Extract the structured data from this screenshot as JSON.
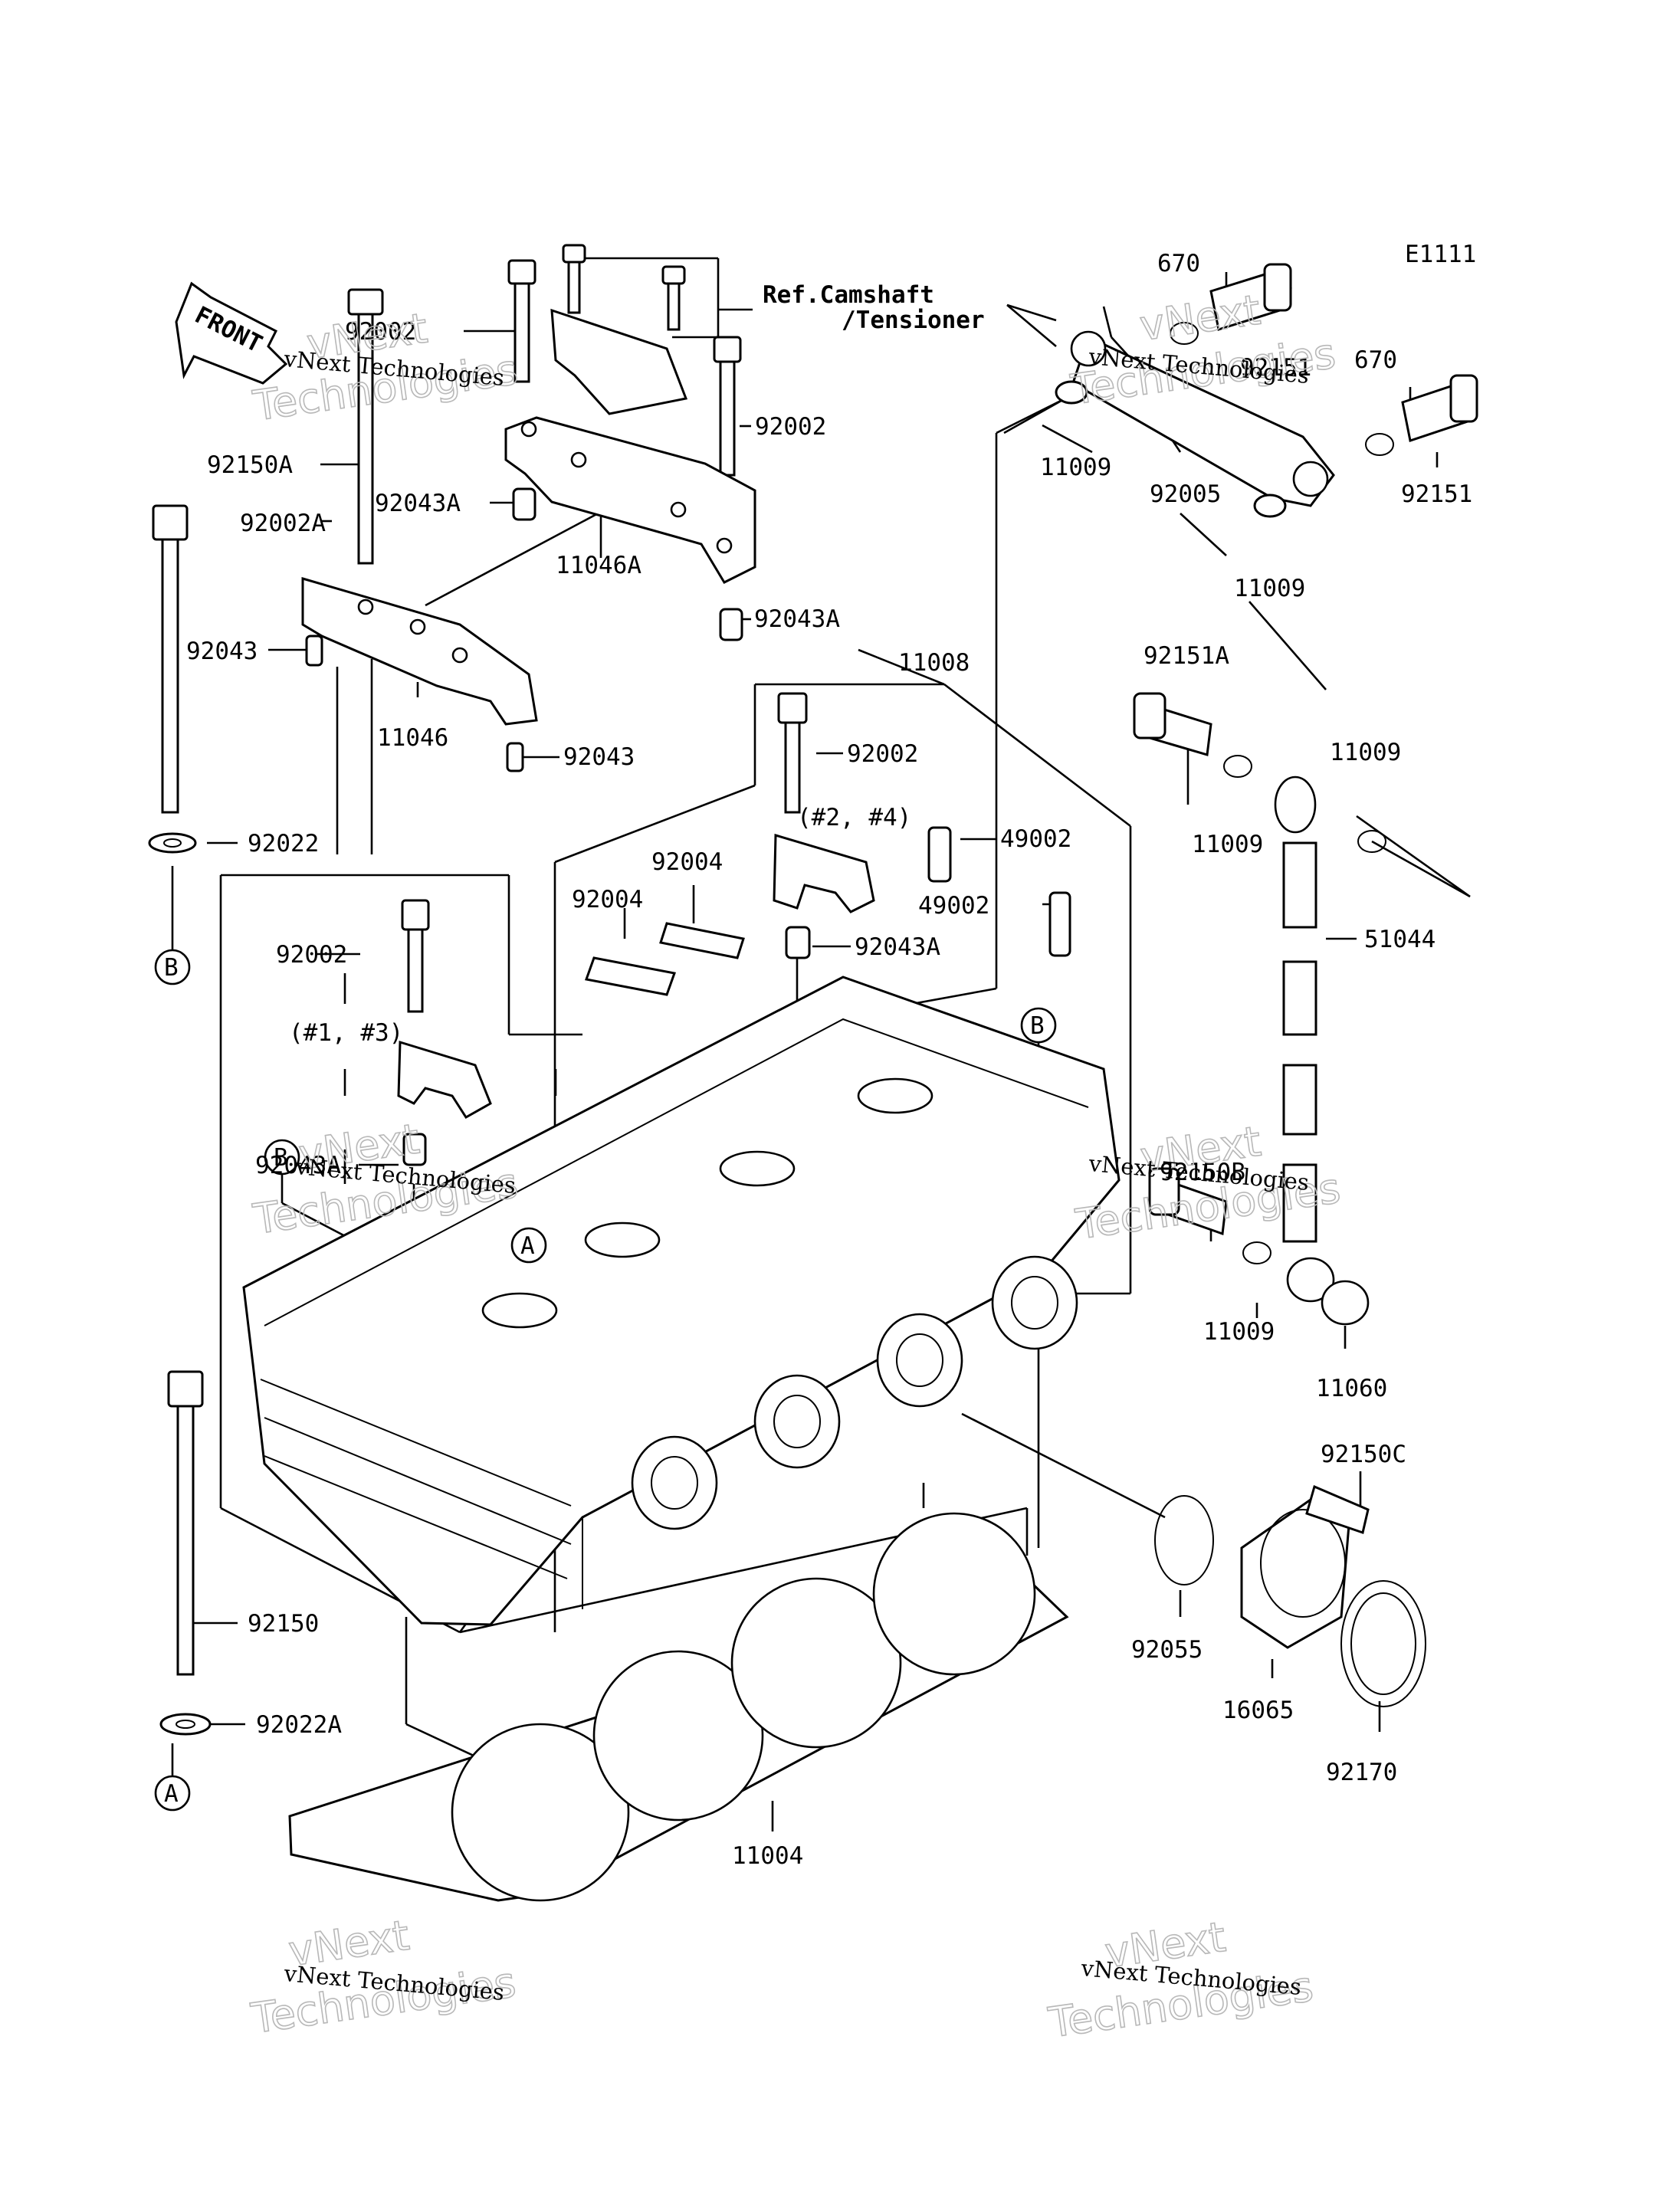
{
  "diagram_code": "E1111",
  "reference_note": {
    "line1": "Ref.Camshaft",
    "line2": "/Tensioner"
  },
  "front_arrow_label": "FRONT",
  "watermark": {
    "line1": "vNext Technologies",
    "line2": "vNext",
    "line3": "Technologies"
  },
  "callouts": {
    "c670a": "670",
    "c92151a": "92151",
    "c670b": "670",
    "c92151b": "92151",
    "c11009a": "11009",
    "c92005": "92005",
    "c11009b": "11009",
    "c92151A": "92151A",
    "c11009c": "11009",
    "c11009d": "11009",
    "c51044": "51044",
    "c92150B": "92150B",
    "c11009e": "11009",
    "c11060": "11060",
    "c92150C": "92150C",
    "c92055": "92055",
    "c16065": "16065",
    "c92170": "92170",
    "c92002a": "92002",
    "c92002b": "92002",
    "c92150A": "92150A",
    "c92043Aa": "92043A",
    "c11046A": "11046A",
    "c92002A": "92002A",
    "c92043Ab": "92043A",
    "c92043a": "92043",
    "c11046": "11046",
    "c92043b": "92043",
    "c11008": "11008",
    "c92002c": "92002",
    "c92022": "92022",
    "c92004a": "92004",
    "c92004b": "92004",
    "c49002a": "49002",
    "c49002b": "49002",
    "c92043Ac": "92043A",
    "c92002d": "92002",
    "c92043Ad": "92043A",
    "c92150": "92150",
    "c92022A": "92022A",
    "c11004": "11004"
  },
  "cylinder_notes": {
    "n24": "(#2, #4)",
    "n13": "(#1, #3)"
  },
  "markers": {
    "a": "A",
    "b": "B"
  }
}
